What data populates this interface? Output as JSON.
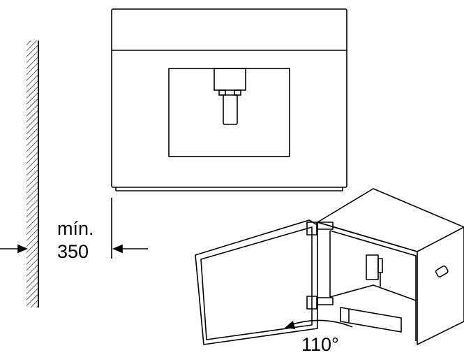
{
  "dimension": {
    "min_label": "mín.",
    "value": "350"
  },
  "angle": {
    "value": "110°"
  },
  "colors": {
    "line": "#000000",
    "background": "#ffffff"
  }
}
